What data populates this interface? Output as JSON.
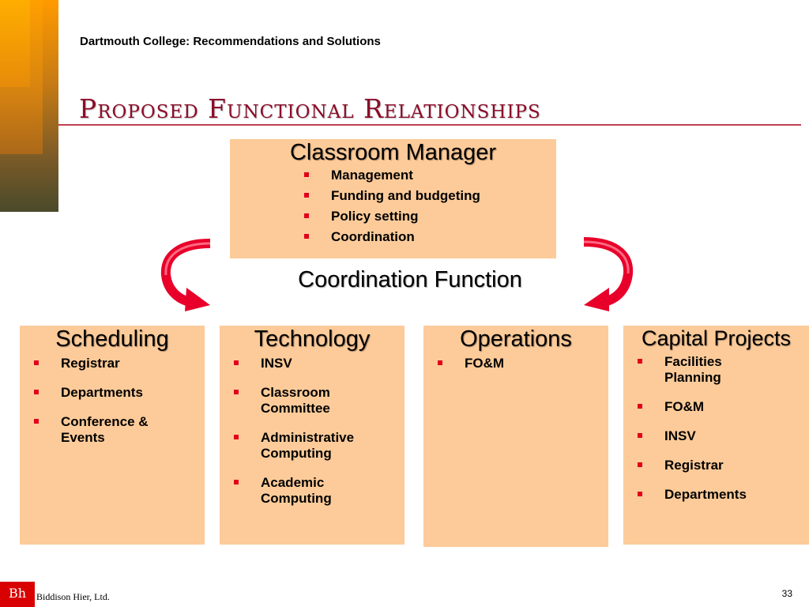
{
  "header": {
    "subtitle": "Dartmouth College:  Recommendations and Solutions"
  },
  "title": "Proposed Functional Relationships",
  "top_box": {
    "heading": "Classroom Manager",
    "items": [
      "Management",
      "Funding and budgeting",
      "Policy setting",
      "Coordination"
    ]
  },
  "middle_label": "Coordination Function",
  "columns": [
    {
      "heading": "Scheduling",
      "items": [
        "Registrar",
        "Departments",
        "Conference & Events"
      ]
    },
    {
      "heading": "Technology",
      "items": [
        "INSV",
        "Classroom Committee",
        "Administrative Computing",
        "Academic Computing"
      ]
    },
    {
      "heading": "Operations",
      "items": [
        "FO&M"
      ]
    },
    {
      "heading": "Capital Projects",
      "items": [
        "Facilities Planning",
        "FO&M",
        "INSV",
        "Registrar",
        "Departments"
      ]
    }
  ],
  "footer": {
    "logo": "Bh",
    "company": "Biddison Hier, Ltd.",
    "page": "33"
  },
  "colors": {
    "box_fill": "#fdcb99",
    "title": "#8b0d2a",
    "bullet": "#e0001a",
    "arrow": "#e8002a"
  },
  "icons": [
    "curved-arrow-left-icon",
    "curved-arrow-right-icon"
  ]
}
